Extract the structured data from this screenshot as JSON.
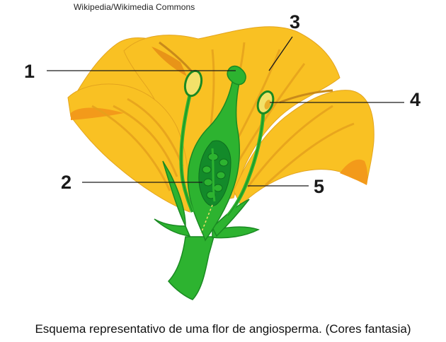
{
  "credit": "Wikipedia/Wikimedia Commons",
  "labels": [
    "1",
    "2",
    "3",
    "4",
    "5"
  ],
  "caption": "Esquema representativo de uma flor de angiosperma. (Cores fantasia)",
  "colors": {
    "petal": "#F9C123",
    "petal_shadow": "#E6A21C",
    "petal_orange": "#F39A1A",
    "pistil": "#2DB330",
    "pistil_dark": "#1A8A22",
    "ovary_inner": "#138A2A",
    "anther": "#F2E16A"
  }
}
